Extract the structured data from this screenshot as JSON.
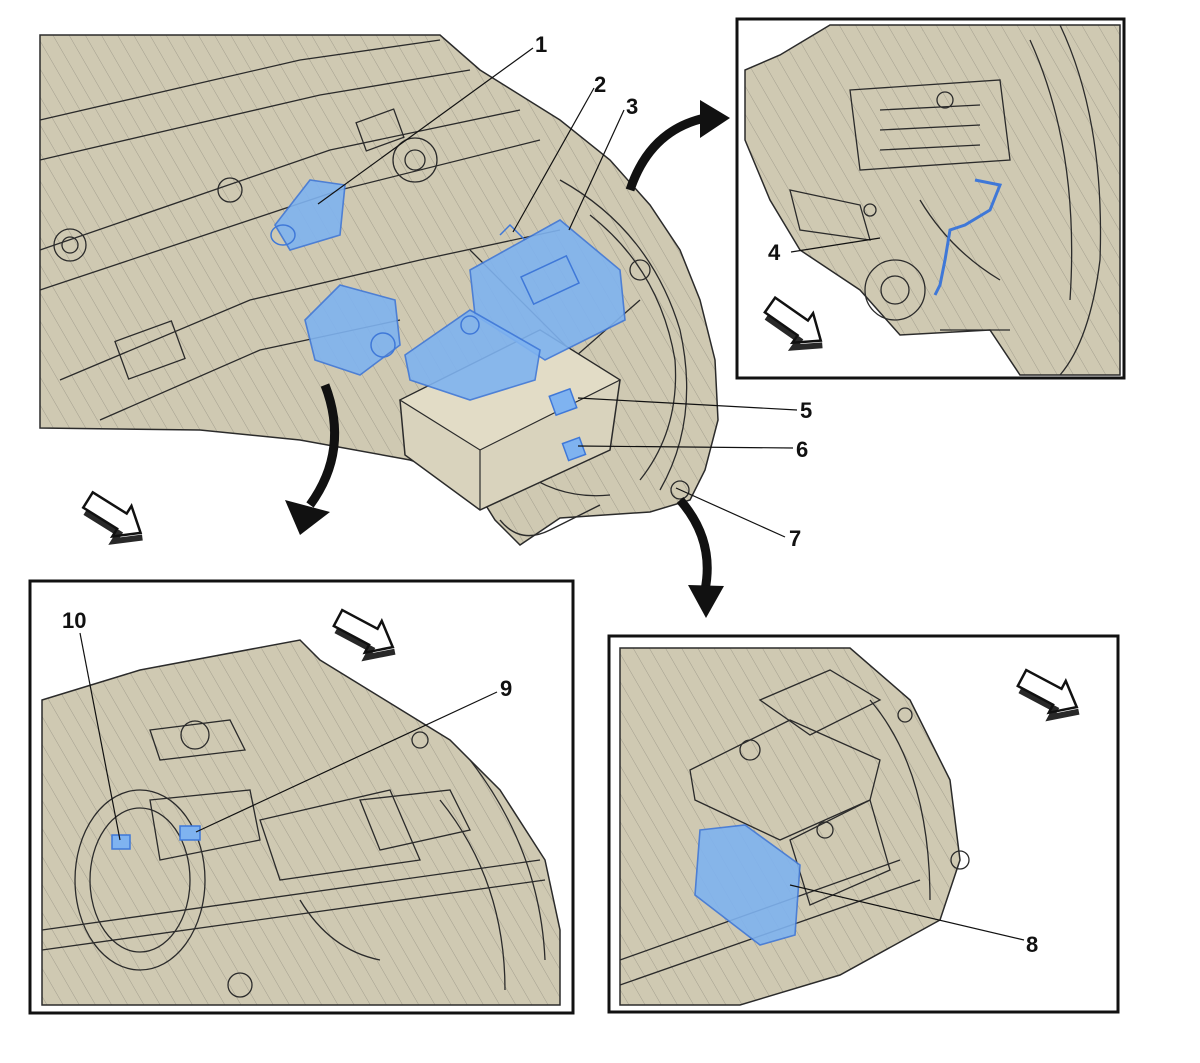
{
  "colors": {
    "background": "#ffffff",
    "engine_bay_fill": "#cfc9b2",
    "line_art": "#2b2b2b",
    "highlight_fill": "#7fb3f0",
    "highlight_stroke": "#3f78d8",
    "frame": "#111111",
    "direction_arrow_fill": "#ffffff"
  },
  "callouts": {
    "c1": "1",
    "c2": "2",
    "c3": "3",
    "c4": "4",
    "c5": "5",
    "c6": "6",
    "c7": "7",
    "c8": "8",
    "c9": "9",
    "c10": "10"
  },
  "icons": {
    "view_arrow": "curved-view-arrow-icon",
    "direction_arrow": "front-direction-arrow-icon"
  }
}
